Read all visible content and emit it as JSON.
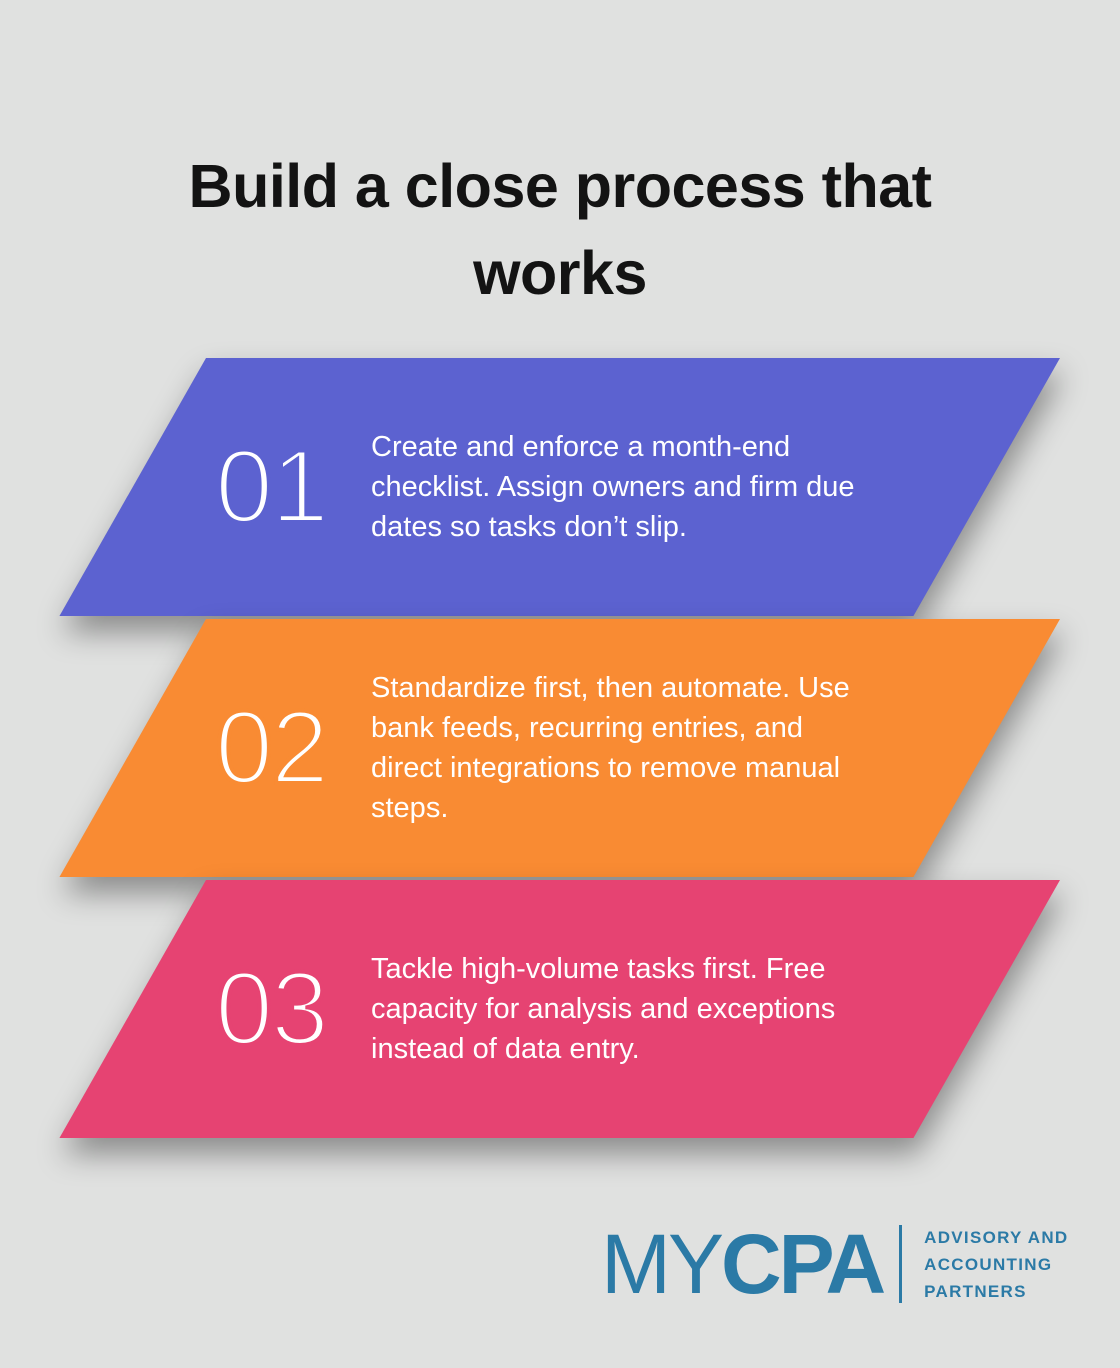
{
  "page": {
    "background": "#e0e1e0"
  },
  "title": "Build a close process that\nworks",
  "steps": [
    {
      "number": "01",
      "text": "Create and enforce a month-end\nchecklist. Assign owners and firm due\ndates so tasks don’t slip.",
      "color": "#5c62d0"
    },
    {
      "number": "02",
      "text": "Standardize first, then automate. Use\nbank feeds, recurring entries, and\ndirect integrations to remove manual\nsteps.",
      "color": "#f98b33"
    },
    {
      "number": "03",
      "text": "Tackle high-volume tasks first. Free\ncapacity for analysis and exceptions\ninstead of data entry.",
      "color": "#e64372"
    }
  ],
  "footer": {
    "brand": {
      "light": "MY",
      "bold": "CPA",
      "color": "#2b7aa6"
    },
    "tagline": {
      "line1": "ADVISORY AND",
      "line2": "ACCOUNTING",
      "line3": "PARTNERS"
    }
  }
}
